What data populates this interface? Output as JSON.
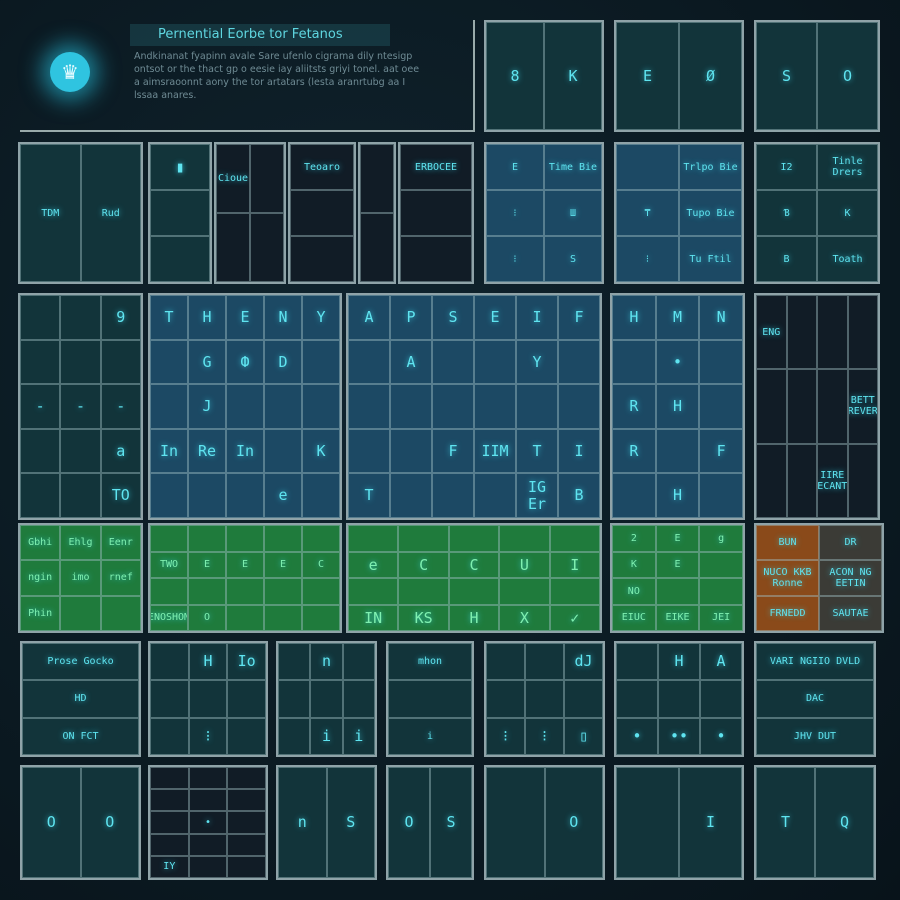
{
  "header": {
    "title": "Pernential Eorbe tor Fetanos",
    "description": "Andkinanat fyapinn avale Sare ufenlo cigrama dily ntesigp ontsot or the thact gp o eesie iay aliitsts griyi tonel. aat oee a aimsraoonnt aony the tor artatars (lesta aranrtubg aa I lssaa anares.",
    "logo_icon": "crown-icon"
  },
  "colors": {
    "accent": "#5fe4f0",
    "green": "#1f7b3c",
    "blue": "#1c4964",
    "orange": "#8a4a1a"
  },
  "panels": [
    {
      "cells": [
        "8",
        "K"
      ]
    },
    {
      "cells": [
        "E",
        "Ø"
      ]
    },
    {
      "cells": [
        "S",
        "O"
      ]
    },
    {
      "cells": [
        "TDM",
        "Rud"
      ]
    },
    {
      "cells": [
        "▮",
        "",
        ""
      ]
    },
    {
      "cells": [
        "Cioue",
        "",
        "",
        ""
      ]
    },
    {
      "cells": [
        "Teoaro",
        "",
        ""
      ]
    },
    {
      "cells": [
        "",
        ""
      ]
    },
    {
      "cells": [
        "ERBOCEE",
        "",
        ""
      ]
    },
    {
      "cells": [
        "E",
        "Time Bie",
        "⁝",
        "Ш",
        "⁝",
        "S"
      ]
    },
    {
      "cells": [
        "",
        "Trlpo Bie",
        "₸",
        "Tupo Bie",
        "⁝",
        "Tu Ftil"
      ]
    },
    {
      "cells": [
        "I2",
        "Tinle Drers",
        "Ɓ",
        "K",
        "B",
        "Toath"
      ]
    },
    {
      "cells": [
        "",
        "",
        "9",
        "",
        "",
        "",
        "-",
        "-",
        "-",
        "",
        "",
        "a",
        "",
        "",
        "TO"
      ]
    },
    {
      "cells": [
        "T",
        "H",
        "E",
        "N",
        "Y",
        "",
        "G",
        "Ф",
        "D",
        "",
        "",
        "J",
        "",
        "",
        "",
        "In",
        "Re",
        "In",
        "",
        "K",
        "",
        "",
        "",
        "e",
        ""
      ]
    },
    {
      "cells": [
        "A",
        "P",
        "S",
        "E",
        "I",
        "F",
        "",
        "A",
        "",
        "",
        "Y",
        "",
        "",
        "",
        "",
        "",
        "",
        "",
        "",
        "",
        "F",
        "IIM",
        "T",
        "I",
        "T",
        "",
        "",
        "",
        "IG Er",
        "B",
        ""
      ]
    },
    {
      "cells": [
        "H",
        "M",
        "N",
        "",
        "•",
        "",
        "R",
        "H",
        "",
        "R",
        "",
        "F",
        "",
        "H",
        ""
      ]
    },
    {
      "cells": [
        "ENG",
        "",
        "",
        "",
        "",
        "",
        "",
        "BETT SIREVERDE",
        "",
        "",
        "IIRE ECANT",
        ""
      ]
    },
    {
      "cells": [
        "Gbhi",
        "Ehlg",
        "Eenr",
        "ngin",
        "imo",
        "rnef",
        "Phin",
        "",
        ""
      ]
    },
    {
      "cells": [
        "",
        "",
        "",
        "",
        "",
        "TWO",
        "E",
        "E",
        "E",
        "C",
        "",
        "",
        "",
        "",
        "",
        "ENOSHOM",
        "O",
        "",
        "",
        ""
      ]
    },
    {
      "cells": [
        "",
        "",
        "",
        "",
        "",
        "e",
        "C",
        "C",
        "U",
        "I",
        "",
        "",
        "",
        "",
        "",
        "IN",
        "KS",
        "H",
        "X",
        "✓"
      ]
    },
    {
      "cells": [
        "2",
        "E",
        "g",
        "K",
        "E",
        "",
        "NO",
        "",
        "",
        "EIUC",
        "EIKE",
        "JEI"
      ]
    },
    {
      "cells": [
        "BUN",
        "DR",
        "NUCO KKB Ronne",
        "ACON NG EETIN",
        "FRNEDD",
        "SAUTAE"
      ]
    },
    {
      "cells": [
        "Prose Gocko",
        "HD",
        "ON FCT"
      ]
    },
    {
      "cells": [
        "",
        "H",
        "Io",
        "",
        "",
        "",
        "",
        "⁝",
        ""
      ]
    },
    {
      "cells": [
        "",
        "n",
        "",
        "",
        "",
        "",
        "",
        "i",
        "i"
      ]
    },
    {
      "cells": [
        "mhon",
        "",
        "i"
      ]
    },
    {
      "cells": [
        "",
        "",
        "dJ",
        "",
        "",
        "",
        "⁝",
        "⁝",
        "▯"
      ]
    },
    {
      "cells": [
        "",
        "H",
        "A",
        "",
        "",
        "",
        "•",
        "••",
        "•"
      ]
    },
    {
      "cells": [
        "VARI NGIIO DVLD",
        "DAC",
        "JHV DUT"
      ]
    },
    {
      "cells": [
        "O",
        "O"
      ]
    },
    {
      "cells": [
        "",
        "",
        "",
        "",
        "",
        "",
        "",
        "•",
        "",
        "",
        "",
        "",
        "IY",
        "",
        ""
      ]
    },
    {
      "cells": [
        "n",
        "S"
      ]
    },
    {
      "cells": [
        "O",
        "S"
      ]
    },
    {
      "cells": [
        "",
        "O"
      ]
    },
    {
      "cells": [
        "",
        "I"
      ]
    },
    {
      "cells": [
        "T",
        "Q"
      ]
    }
  ]
}
